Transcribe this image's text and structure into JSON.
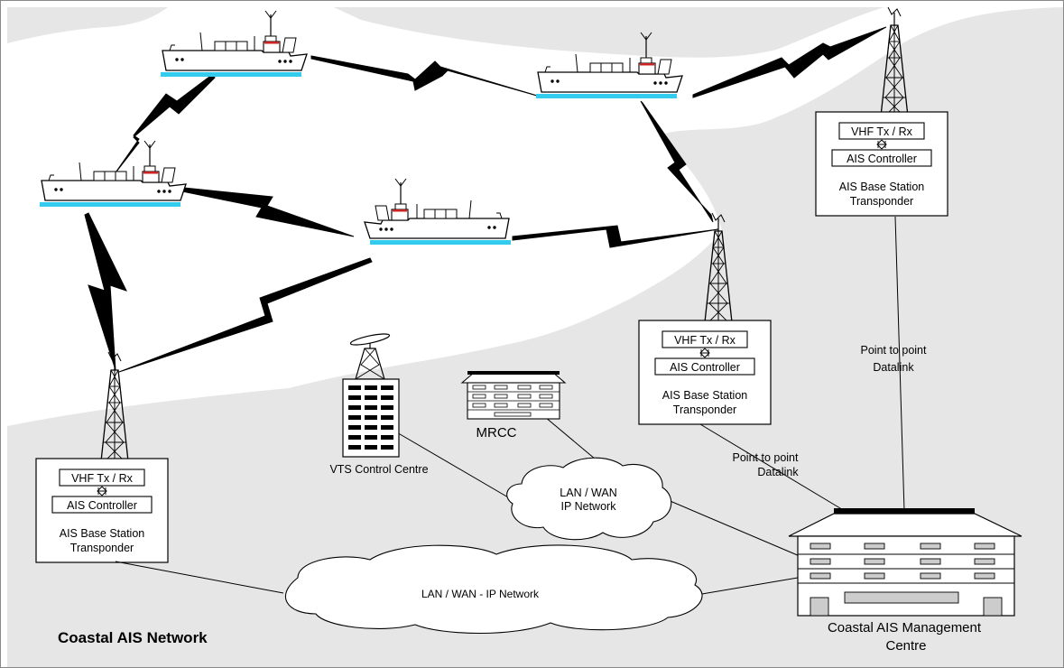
{
  "title": "Coastal AIS Network",
  "base_stations": [
    {
      "vhf": "VHF Tx / Rx",
      "controller": "AIS Controller",
      "caption_line1": "AIS Base Station",
      "caption_line2": "Transponder"
    },
    {
      "vhf": "VHF Tx / Rx",
      "controller": "AIS Controller",
      "caption_line1": "AIS Base Station",
      "caption_line2": "Transponder"
    },
    {
      "vhf": "VHF Tx / Rx",
      "controller": "AIS Controller",
      "caption_line1": "AIS Base Station",
      "caption_line2": "Transponder"
    }
  ],
  "vts": {
    "label": "VTS Control Centre"
  },
  "mrcc": {
    "label": "MRCC"
  },
  "lan_small": {
    "line1": "LAN / WAN",
    "line2": "IP Network"
  },
  "lan_large": {
    "label": "LAN / WAN - IP Network"
  },
  "datalink_1": {
    "line1": "Point to point",
    "line2": "Datalink"
  },
  "datalink_2": {
    "line1": "Point to point",
    "line2": "Datalink"
  },
  "management": {
    "line1": "Coastal AIS Management",
    "line2": "Centre"
  },
  "colors": {
    "land": "#e6e6e6",
    "water_line": "#33ccee",
    "ship_fill": "#ffffff",
    "bridge_mark": "#cc2222"
  }
}
